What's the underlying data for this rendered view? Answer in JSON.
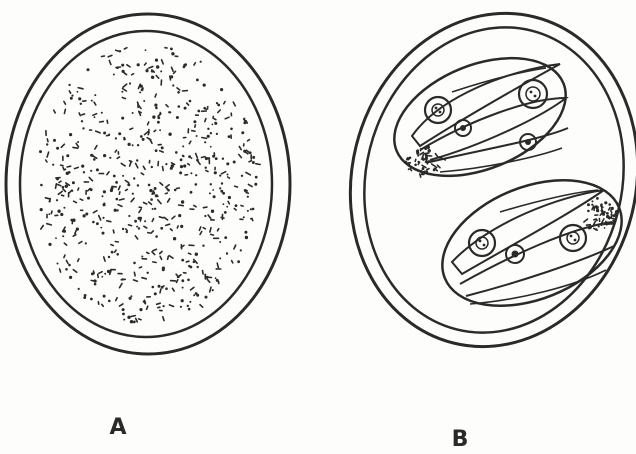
{
  "panels": [
    {
      "id": "A",
      "label": "A"
    },
    {
      "id": "B",
      "label": "B"
    }
  ],
  "colors": {
    "ink": "#2a2a2a",
    "paper": "#fdfdfb"
  }
}
